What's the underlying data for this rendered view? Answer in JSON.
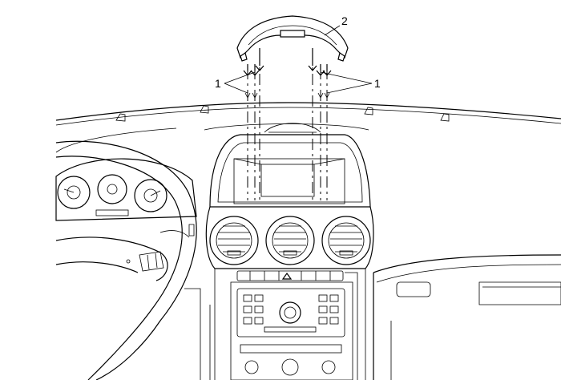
{
  "callouts": {
    "clip_label_left": "1",
    "clip_label_right": "1",
    "bezel_label": "2"
  }
}
